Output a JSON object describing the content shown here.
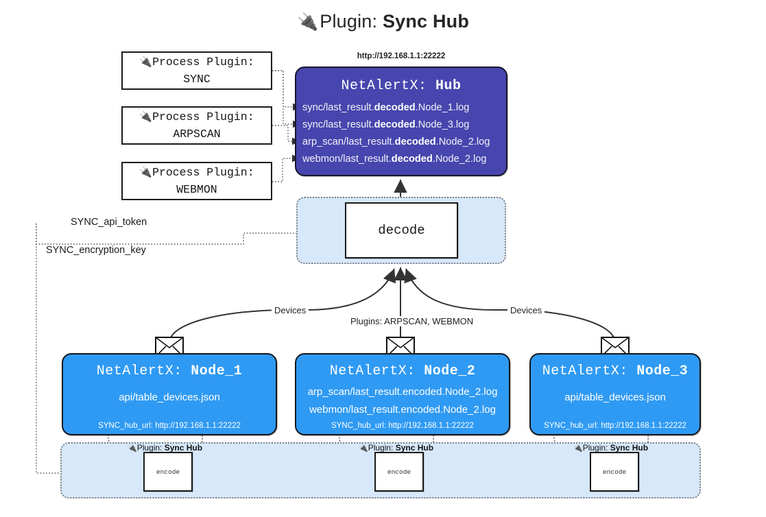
{
  "title": {
    "icon": "plug-icon",
    "prefix": "Plugin:",
    "name": "Sync Hub",
    "glyph": "🔌"
  },
  "process_plugins": [
    {
      "heading": "Process Plugin:",
      "name": "SYNC",
      "glyph": "🔌"
    },
    {
      "heading": "Process Plugin:",
      "name": "ARPSCAN",
      "glyph": "🔌"
    },
    {
      "heading": "Process Plugin:",
      "name": "WEBMON",
      "glyph": "🔌"
    }
  ],
  "hub": {
    "url": "http://192.168.1.1:22222",
    "title_prefix": "NetAlertX:",
    "title_name": "Hub",
    "logs": [
      {
        "pre": "sync/last_result.",
        "mid": "decoded",
        "post": ".Node_1.log"
      },
      {
        "pre": "sync/last_result.",
        "mid": "decoded",
        "post": ".Node_3.log"
      },
      {
        "pre": "arp_scan/last_result.",
        "mid": "decoded",
        "post": ".Node_2.log"
      },
      {
        "pre": "webmon/last_result.",
        "mid": "decoded",
        "post": ".Node_2.log"
      }
    ]
  },
  "decode": {
    "label": "decode"
  },
  "keys": [
    {
      "label": "SYNC_api_token"
    },
    {
      "label": "SYNC_encryption_key"
    }
  ],
  "edge_labels": {
    "devices_left": "Devices",
    "devices_right": "Devices",
    "plugins_center": "Plugins: ARPSCAN, WEBMON"
  },
  "nodes": [
    {
      "title_prefix": "NetAlertX:",
      "title_name": "Node_1",
      "lines": [
        {
          "pre": "api/table_devices.json",
          "mid": "",
          "post": ""
        }
      ],
      "footer": "SYNC_hub_url: http://192.168.1.1:22222",
      "icon": "envelope-icon"
    },
    {
      "title_prefix": "NetAlertX:",
      "title_name": "Node_2",
      "lines": [
        {
          "pre": "arp_scan/last_result.encoded.Node_2.log",
          "mid": "",
          "post": ""
        },
        {
          "pre": "webmon/last_result.encoded.Node_2.log",
          "mid": "",
          "post": ""
        }
      ],
      "footer": "SYNC_hub_url: http://192.168.1.1:22222",
      "icon": "envelope-icon"
    },
    {
      "title_prefix": "NetAlertX:",
      "title_name": "Node_3",
      "lines": [
        {
          "pre": "api/table_devices.json",
          "mid": "",
          "post": ""
        }
      ],
      "footer": "SYNC_hub_url: http://192.168.1.1:22222",
      "icon": "envelope-icon"
    }
  ],
  "encoders": [
    {
      "plugin_prefix": "Plugin:",
      "plugin_name": "Sync Hub",
      "box_label": "encode",
      "glyph": "🔌"
    },
    {
      "plugin_prefix": "Plugin:",
      "plugin_name": "Sync Hub",
      "box_label": "encode",
      "glyph": "🔌"
    },
    {
      "plugin_prefix": "Plugin:",
      "plugin_name": "Sync Hub",
      "box_label": "encode",
      "glyph": "🔌"
    }
  ],
  "colors": {
    "hub_fill": "#4746ae",
    "node_fill": "#2f9af3",
    "container_fill": "#d6e8fa",
    "stroke": "#1a1a1a",
    "dotted_stroke": "#7f7f7f"
  }
}
